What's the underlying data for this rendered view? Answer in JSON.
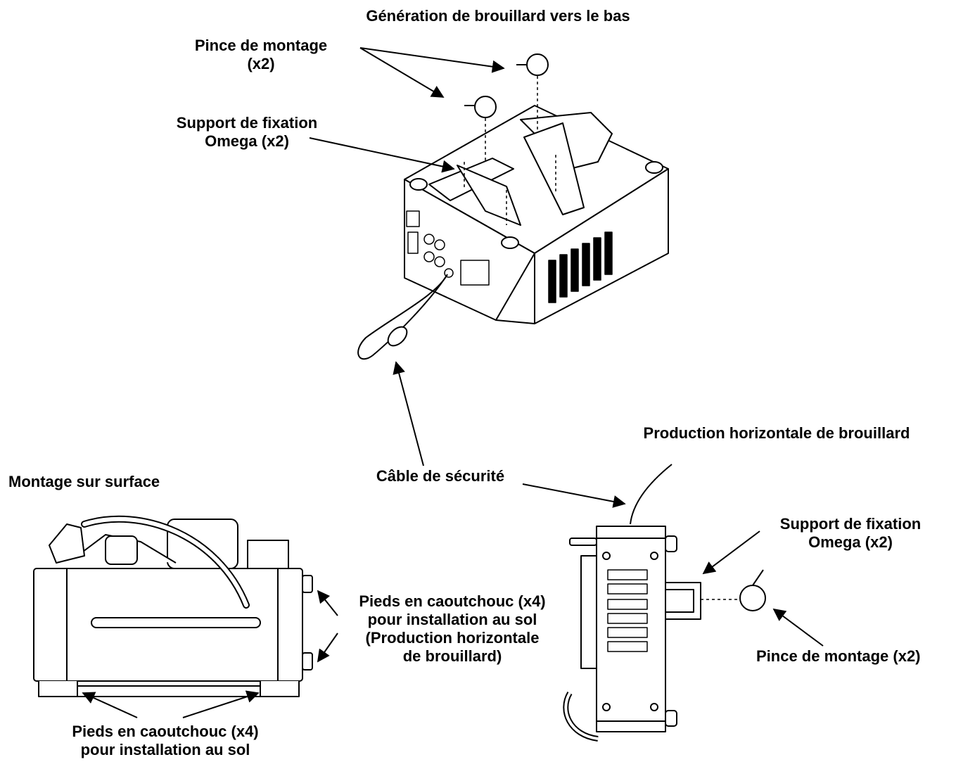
{
  "labels": {
    "generation_bas": "Génération de brouillard vers le bas",
    "pince_top": [
      "Pince de montage",
      "(x2)"
    ],
    "support_top": [
      "Support de fixation",
      "Omega (x2)"
    ],
    "production_horizontale": "Production horizontale de brouillard",
    "cable_securite": "Câble de sécurité",
    "montage_surface": "Montage sur surface",
    "support_right": [
      "Support de fixation",
      "Omega (x2)"
    ],
    "pieds_horizontal": [
      "Pieds en caoutchouc (x4)",
      "pour installation au sol",
      "(Production horizontale",
      "de brouillard)"
    ],
    "pince_right": "Pince de montage (x2)",
    "pieds_sol": [
      "Pieds en caoutchouc (x4)",
      "pour installation au sol"
    ]
  }
}
